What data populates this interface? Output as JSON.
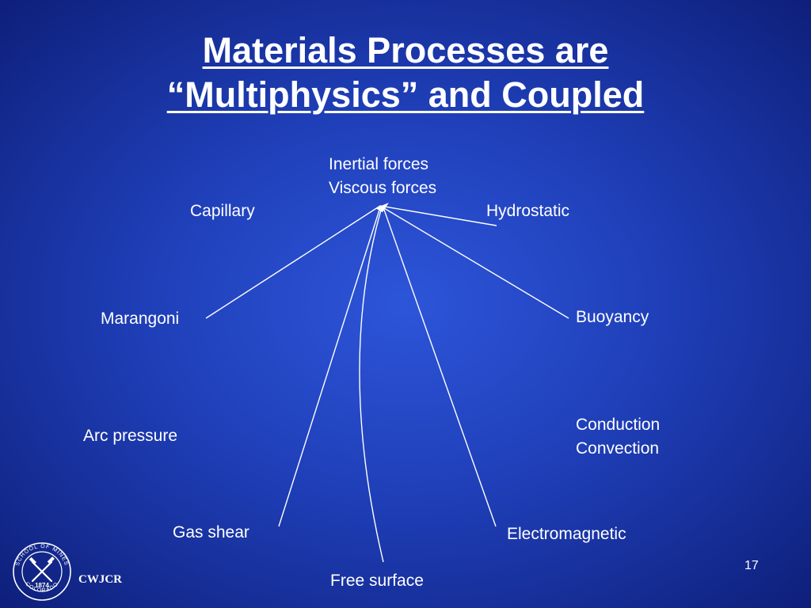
{
  "title": {
    "line1": "Materials Processes are",
    "line2": "“Multiphysics” and Coupled"
  },
  "center": {
    "line1": "Inertial forces",
    "line2": "Viscous forces"
  },
  "labels": {
    "capillary": "Capillary",
    "hydrostatic": "Hydrostatic",
    "marangoni": "Marangoni",
    "buoyancy": "Buoyancy",
    "arc_pressure": "Arc pressure",
    "conduction": "Conduction",
    "convection": "Convection",
    "gas_shear": "Gas shear",
    "electromagnetic": "Electromagnetic",
    "free_surface": "Free surface"
  },
  "footer": {
    "page_number": "17",
    "org": "CWJCR",
    "logo_text": {
      "school": "SCHOOL OF MINES",
      "state": "COLORADO",
      "year": "1874"
    }
  },
  "colors": {
    "background": "#1f3fb8",
    "text": "#ffffff"
  }
}
